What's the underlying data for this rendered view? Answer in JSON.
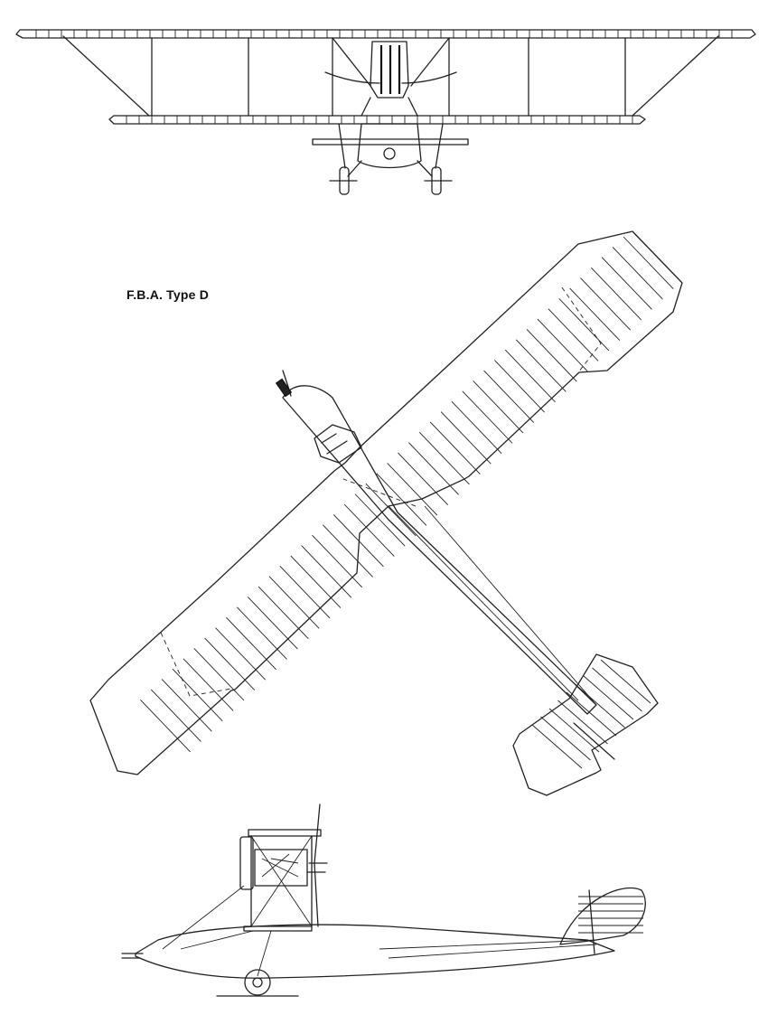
{
  "drawing": {
    "title": "F.B.A. Type D",
    "views": [
      {
        "name": "front-view"
      },
      {
        "name": "plan-view"
      },
      {
        "name": "side-view"
      }
    ],
    "line_color": "#222222",
    "background": "#ffffff"
  }
}
